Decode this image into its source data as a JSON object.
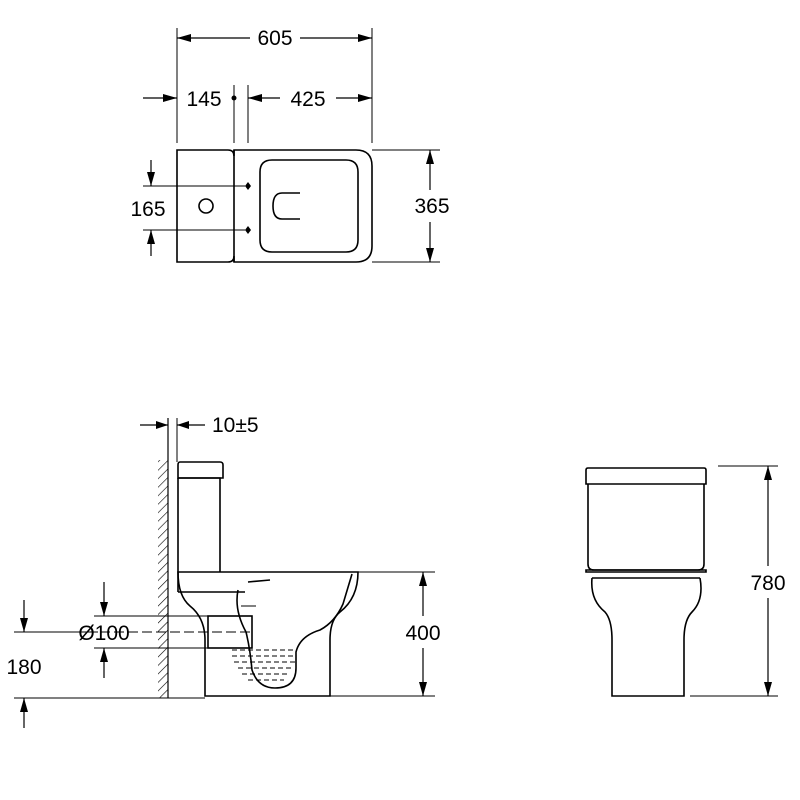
{
  "top_view": {
    "overall_length": "605",
    "outlet_offset": "145",
    "bowl_length": "425",
    "mounting_holes_spacing": "165",
    "width": "365"
  },
  "side_view": {
    "wall_gap": "10±5",
    "outlet_diameter": "Ø100",
    "outlet_height": "180",
    "seat_height": "400"
  },
  "front_view": {
    "total_height": "780"
  }
}
